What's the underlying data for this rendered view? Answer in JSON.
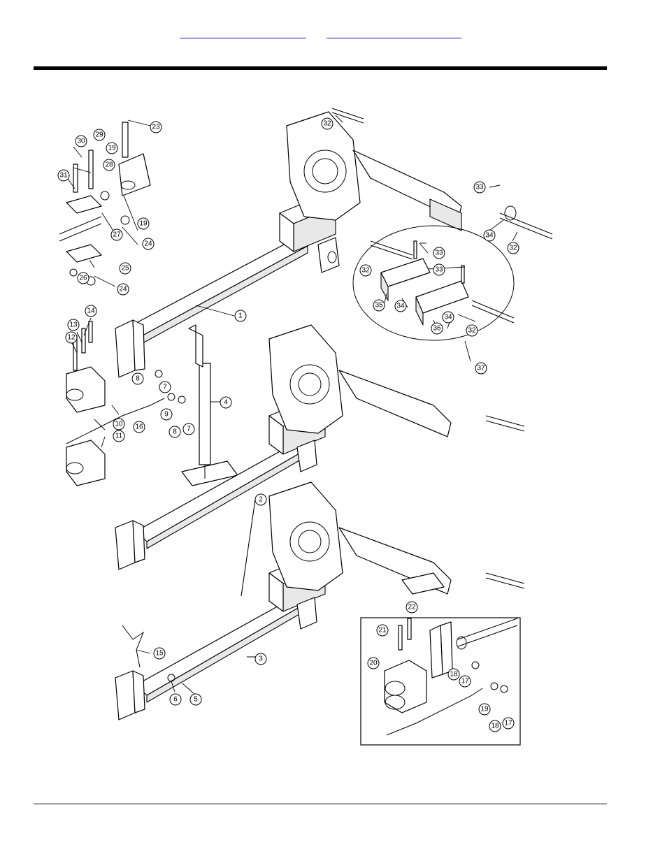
{
  "header": {
    "link_left_text": "",
    "link_right_text": ""
  },
  "diagram": {
    "callouts": [
      "1",
      "2",
      "3",
      "4",
      "5",
      "6",
      "7",
      "8",
      "9",
      "10",
      "11",
      "12",
      "13",
      "14",
      "15",
      "16",
      "17",
      "18",
      "19",
      "20",
      "21",
      "22",
      "23",
      "24",
      "25",
      "26",
      "27",
      "28",
      "29",
      "30",
      "31",
      "32",
      "33",
      "34",
      "35",
      "36",
      "37"
    ]
  },
  "colors": {
    "ink": "#000000",
    "link": "#1a0dcc",
    "paper": "#ffffff"
  }
}
